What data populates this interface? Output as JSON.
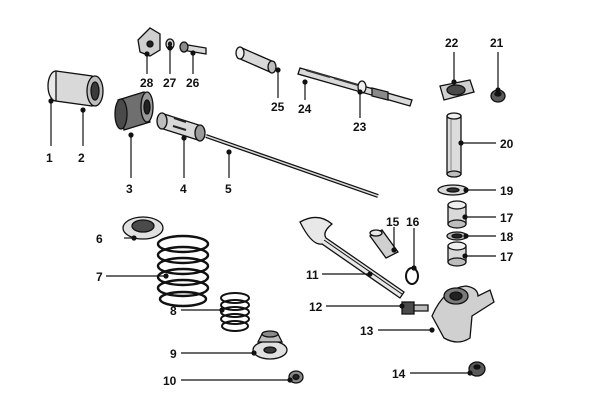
{
  "diagram": {
    "colors": {
      "ink": "#111111",
      "body": "#d9d9d9",
      "shadow": "#8a8a8a",
      "dark": "#3a3a3a",
      "background": "#ffffff"
    },
    "callouts": [
      {
        "id": "1",
        "text": "1"
      },
      {
        "id": "2",
        "text": "2"
      },
      {
        "id": "3",
        "text": "3"
      },
      {
        "id": "4",
        "text": "4"
      },
      {
        "id": "5",
        "text": "5"
      },
      {
        "id": "6",
        "text": "6"
      },
      {
        "id": "7",
        "text": "7"
      },
      {
        "id": "8",
        "text": "8"
      },
      {
        "id": "9",
        "text": "9"
      },
      {
        "id": "10",
        "text": "10"
      },
      {
        "id": "11",
        "text": "11"
      },
      {
        "id": "12",
        "text": "12"
      },
      {
        "id": "13",
        "text": "13"
      },
      {
        "id": "14",
        "text": "14"
      },
      {
        "id": "15",
        "text": "15"
      },
      {
        "id": "16",
        "text": "16"
      },
      {
        "id": "17a",
        "text": "17"
      },
      {
        "id": "17b",
        "text": "17"
      },
      {
        "id": "18",
        "text": "18"
      },
      {
        "id": "19",
        "text": "19"
      },
      {
        "id": "20",
        "text": "20"
      },
      {
        "id": "21",
        "text": "21"
      },
      {
        "id": "22",
        "text": "22"
      },
      {
        "id": "23",
        "text": "23"
      },
      {
        "id": "24",
        "text": "24"
      },
      {
        "id": "25",
        "text": "25"
      },
      {
        "id": "26",
        "text": "26"
      },
      {
        "id": "27",
        "text": "27"
      },
      {
        "id": "28",
        "text": "28"
      }
    ]
  }
}
